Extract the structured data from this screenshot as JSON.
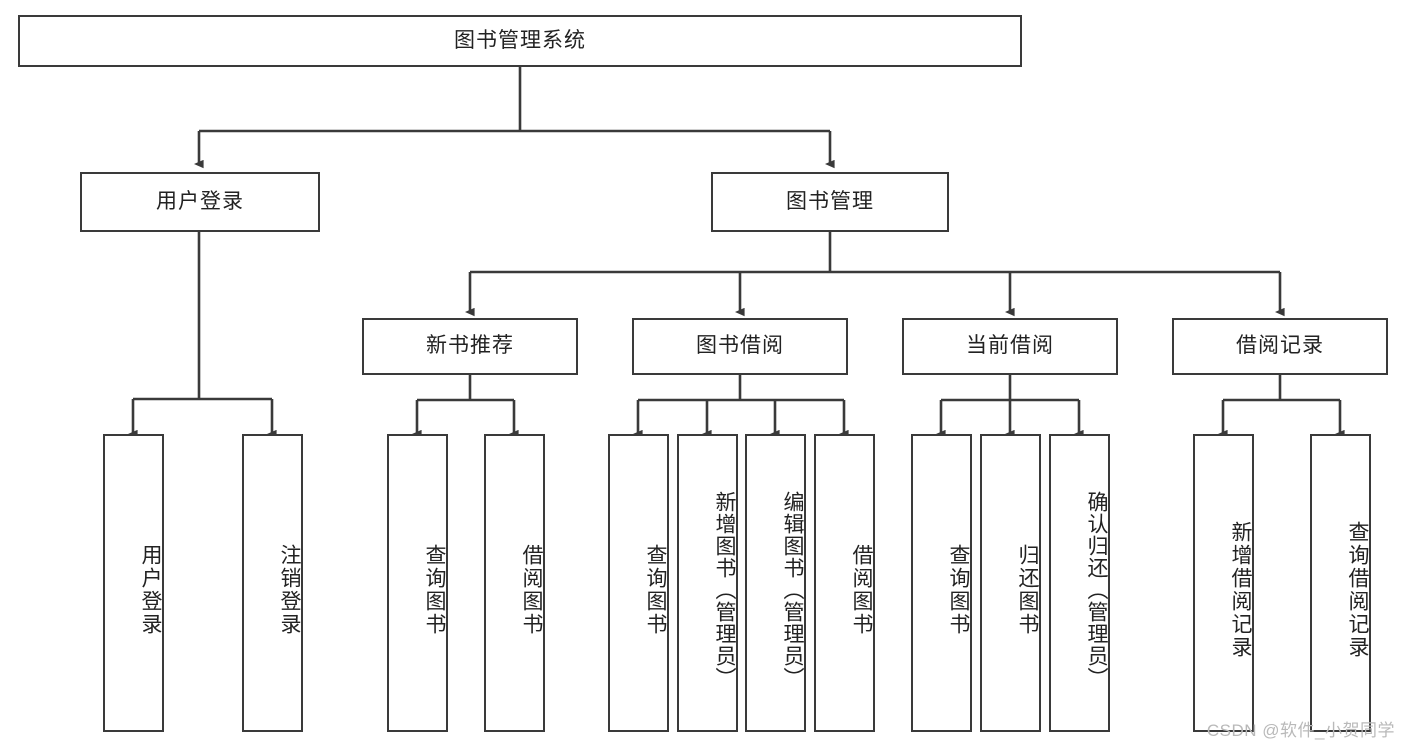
{
  "diagram": {
    "type": "tree-hierarchy",
    "title": "图书管理系统",
    "watermark": "CSDN @软件_小贺同学",
    "colors": {
      "box_border": "#3a3a3a",
      "box_fill": "#ffffff",
      "connector": "#3a3a3a",
      "text": "#222222",
      "watermark": "#b9b9b9"
    },
    "root": {
      "label": "图书管理系统"
    },
    "level2": [
      {
        "label": "用户登录"
      },
      {
        "label": "图书管理"
      }
    ],
    "level3": [
      {
        "label": "新书推荐"
      },
      {
        "label": "图书借阅"
      },
      {
        "label": "当前借阅"
      },
      {
        "label": "借阅记录"
      }
    ],
    "leaves": {
      "user_login": [
        {
          "label": "用户登录"
        },
        {
          "label": "注销登录"
        }
      ],
      "new_book_recommend": [
        {
          "label": "查询图书"
        },
        {
          "label": "借阅图书"
        }
      ],
      "book_borrow": [
        {
          "label": "查询图书"
        },
        {
          "label": "新增图书（管理员）"
        },
        {
          "label": "编辑图书（管理员）"
        },
        {
          "label": "借阅图书"
        }
      ],
      "current_borrow": [
        {
          "label": "查询图书"
        },
        {
          "label": "归还图书"
        },
        {
          "label": "确认归还（管理员）"
        }
      ],
      "borrow_record": [
        {
          "label": "新增借阅记录"
        },
        {
          "label": "查询借阅记录"
        }
      ]
    }
  }
}
